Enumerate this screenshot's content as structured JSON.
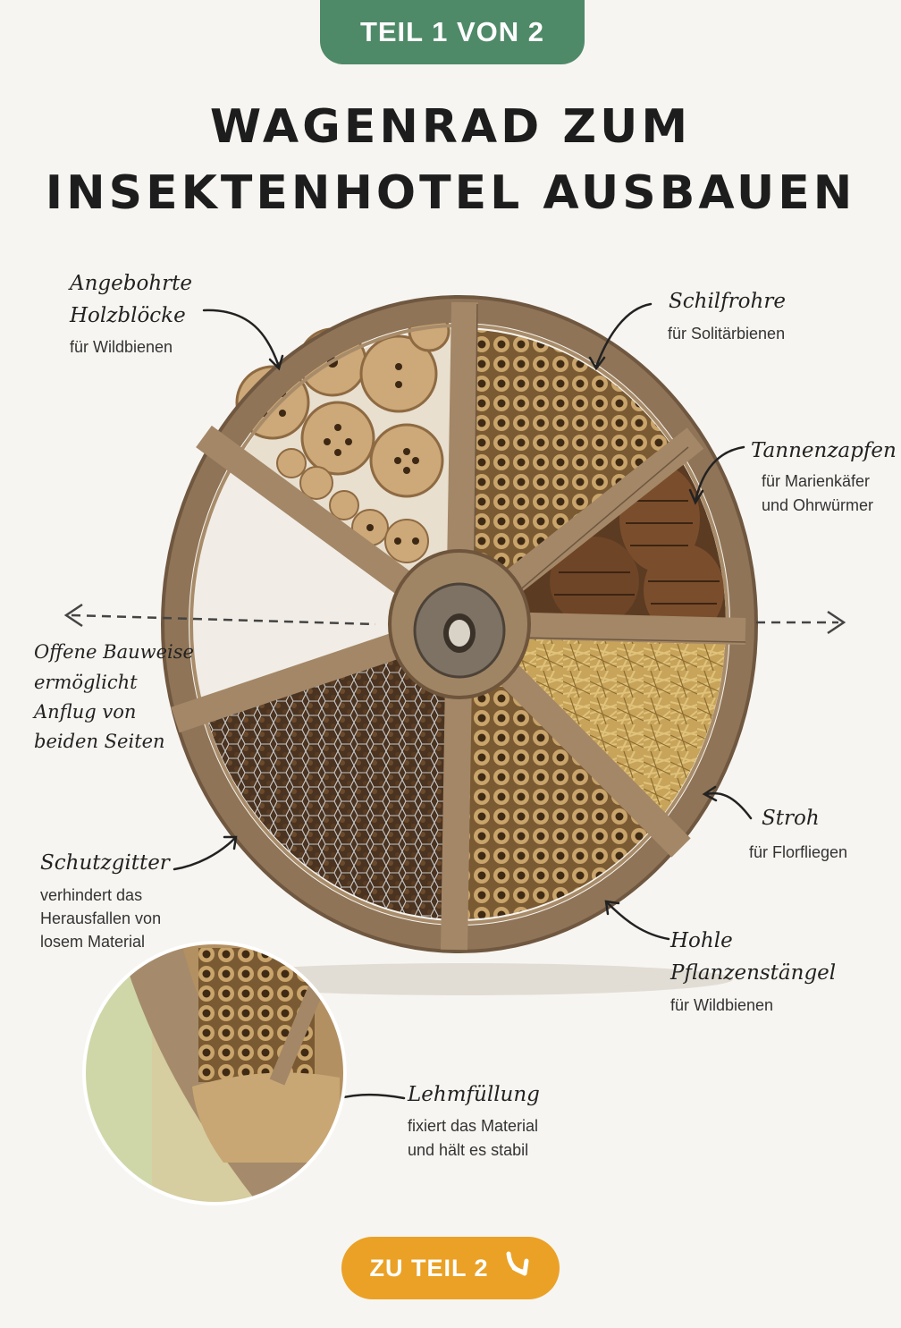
{
  "badge_top": "TEIL 1 VON 2",
  "title_line1": "WAGENRAD ZUM",
  "title_line2": "INSEKTENHOTEL AUSBAUEN",
  "labels": {
    "holz": {
      "title1": "Angebohrte",
      "title2": "Holzblöcke",
      "sub": "für Wildbienen"
    },
    "schilf": {
      "title": "Schilfrohre",
      "sub": "für Solitärbienen"
    },
    "zapfen": {
      "title": "Tannenzapfen",
      "sub1": "für Marienkäfer",
      "sub2": "und Ohrwürmer"
    },
    "offen": {
      "l1": "Offene Bauweise",
      "l2": "ermöglicht",
      "l3": "Anflug von",
      "l4": "beiden Seiten"
    },
    "stroh": {
      "title": "Stroh",
      "sub": "für Florfliegen"
    },
    "gitter": {
      "title": "Schutzgitter",
      "sub1": "verhindert das",
      "sub2": "Herausfallen von",
      "sub3": "losem Material"
    },
    "stengel": {
      "title1": "Hohle",
      "title2": "Pflanzenstängel",
      "sub": "für Wildbienen"
    },
    "lehm": {
      "title": "Lehmfüllung",
      "sub1": "fixiert das Material",
      "sub2": "und hält es stabil"
    }
  },
  "button_bottom": "ZU TEIL 2",
  "icons": {
    "button_arrow": "arrow-down-right-icon"
  },
  "colors": {
    "green": "#4f8a68",
    "orange": "#eaa125",
    "wood": "#9a7b58"
  }
}
